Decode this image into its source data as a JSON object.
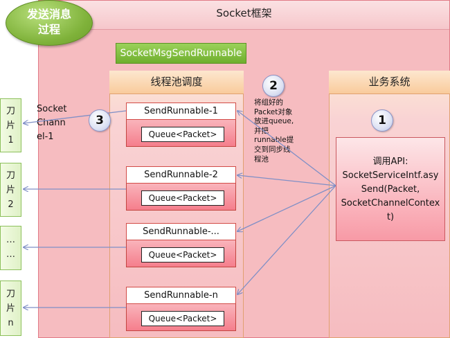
{
  "header": {
    "title": "Socket框架"
  },
  "process_label": {
    "line1": "发送消息",
    "line2": "过程"
  },
  "runnable_class": "SocketMsgSendRunnable",
  "thread_pool": {
    "title": "线程池调度",
    "tasks": [
      {
        "name": "SendRunnable-1",
        "queue": "Queue<Packet>"
      },
      {
        "name": "SendRunnable-2",
        "queue": "Queue<Packet>"
      },
      {
        "name": "SendRunnable-...",
        "queue": "Queue<Packet>"
      },
      {
        "name": "SendRunnable-n",
        "queue": "Queue<Packet>"
      }
    ]
  },
  "business": {
    "title": "业务系统",
    "api": {
      "line1": "调用API:",
      "line2": "SocketServiceIntf.asy",
      "line3": "Send(Packet,",
      "line4": "SocketChannelContex",
      "line5": "t)"
    }
  },
  "step_numbers": {
    "one": "1",
    "two": "2",
    "three": "3"
  },
  "step2_note": {
    "line1": "将组好的",
    "line2": "Packet对象",
    "line3": "放进queue,",
    "line4": "并把",
    "line5": "runnable提",
    "line6": "交到同步线",
    "line7": "程池"
  },
  "channel_label": {
    "line1": "Socket",
    "line2": "Chann",
    "line3": "el-1"
  },
  "blades": [
    {
      "line1": "刀",
      "line2": "片",
      "line3": "1"
    },
    {
      "line1": "刀",
      "line2": "片",
      "line3": "2"
    },
    {
      "line1": "…",
      "line2": "…",
      "line3": ""
    },
    {
      "line1": "刀",
      "line2": "片",
      "line3": "n"
    }
  ],
  "colors": {
    "frame": "#f6bcc0",
    "accent_green": "#7fb23a",
    "task_border": "#c2453f",
    "arrow": "#7f8fc6"
  }
}
